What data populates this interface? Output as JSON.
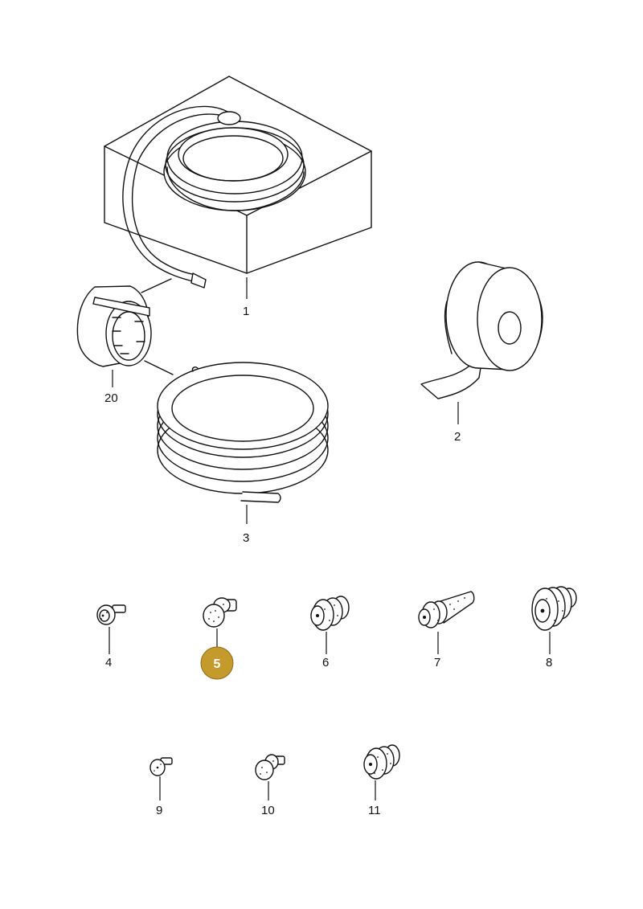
{
  "diagram": {
    "highlight_color": "#c59a2c",
    "parts": [
      {
        "id": "1",
        "label": "1",
        "name": "wire-bundle-box"
      },
      {
        "id": "2",
        "label": "2",
        "name": "tape-roll"
      },
      {
        "id": "3",
        "label": "3",
        "name": "coiled-wire"
      },
      {
        "id": "4",
        "label": "4",
        "name": "seal"
      },
      {
        "id": "5",
        "label": "5",
        "name": "seal",
        "highlighted": true
      },
      {
        "id": "6",
        "label": "6",
        "name": "seal"
      },
      {
        "id": "7",
        "label": "7",
        "name": "seal"
      },
      {
        "id": "8",
        "label": "8",
        "name": "seal"
      },
      {
        "id": "9",
        "label": "9",
        "name": "seal"
      },
      {
        "id": "10",
        "label": "10",
        "name": "seal"
      },
      {
        "id": "11",
        "label": "11",
        "name": "seal"
      },
      {
        "id": "20",
        "label": "20",
        "name": "protective-sleeve"
      }
    ]
  }
}
